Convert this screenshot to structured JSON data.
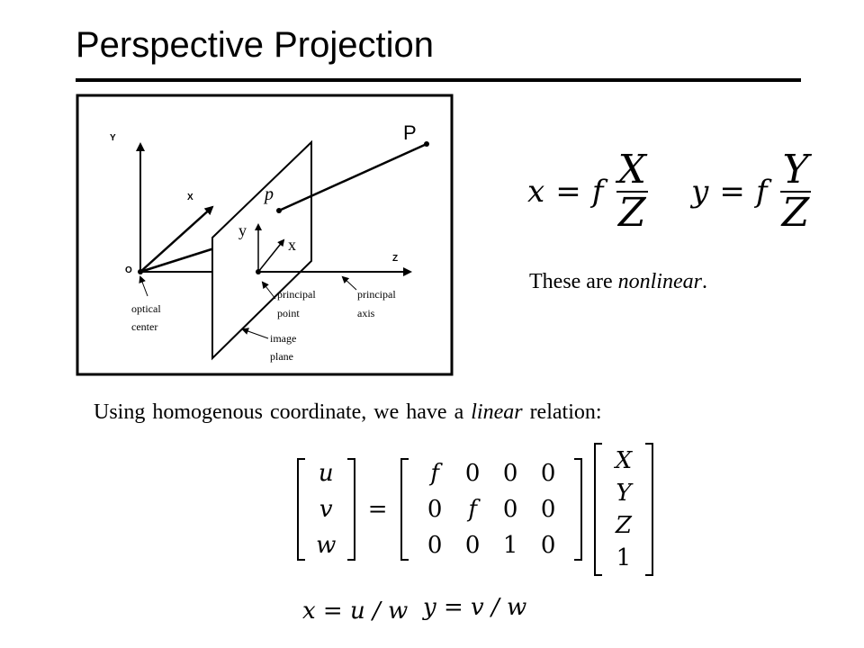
{
  "slide": {
    "title": "Perspective Projection",
    "diagram": {
      "axis_labels": {
        "Y": "Y",
        "X": "X",
        "Z": "Z",
        "O": "O"
      },
      "point_P": "P",
      "point_p": "p",
      "image_axis_y": "y",
      "image_axis_x": "x",
      "callouts": {
        "optical_center_1": "optical",
        "optical_center_2": "center",
        "principal_point_1": "principal",
        "principal_point_2": "point",
        "principal_axis_1": "principal",
        "principal_axis_2": "axis",
        "image_plane_1": "image",
        "image_plane_2": "plane"
      }
    },
    "projection_equations": {
      "x_lhs": "x",
      "y_lhs": "y",
      "equals": "=",
      "f": "f",
      "X": "X",
      "Y": "Y",
      "Z": "Z"
    },
    "nonlinear_note": {
      "prefix": "These are ",
      "emph": "nonlinear",
      "suffix": "."
    },
    "homogeneous_note": {
      "prefix": "Using homogenous coordinate, we have a ",
      "emph": "linear",
      "suffix": " relation:"
    },
    "matrix": {
      "lhs": [
        "u",
        "v",
        "w"
      ],
      "equals": "=",
      "rows": [
        [
          "f",
          "0",
          "0",
          "0"
        ],
        [
          "0",
          "f",
          "0",
          "0"
        ],
        [
          "0",
          "0",
          "1",
          "0"
        ]
      ],
      "rhs": [
        "X",
        "Y",
        "Z",
        "1"
      ]
    },
    "bottom_equations": {
      "x": "x = u / w",
      "y": "y = v / w"
    }
  }
}
